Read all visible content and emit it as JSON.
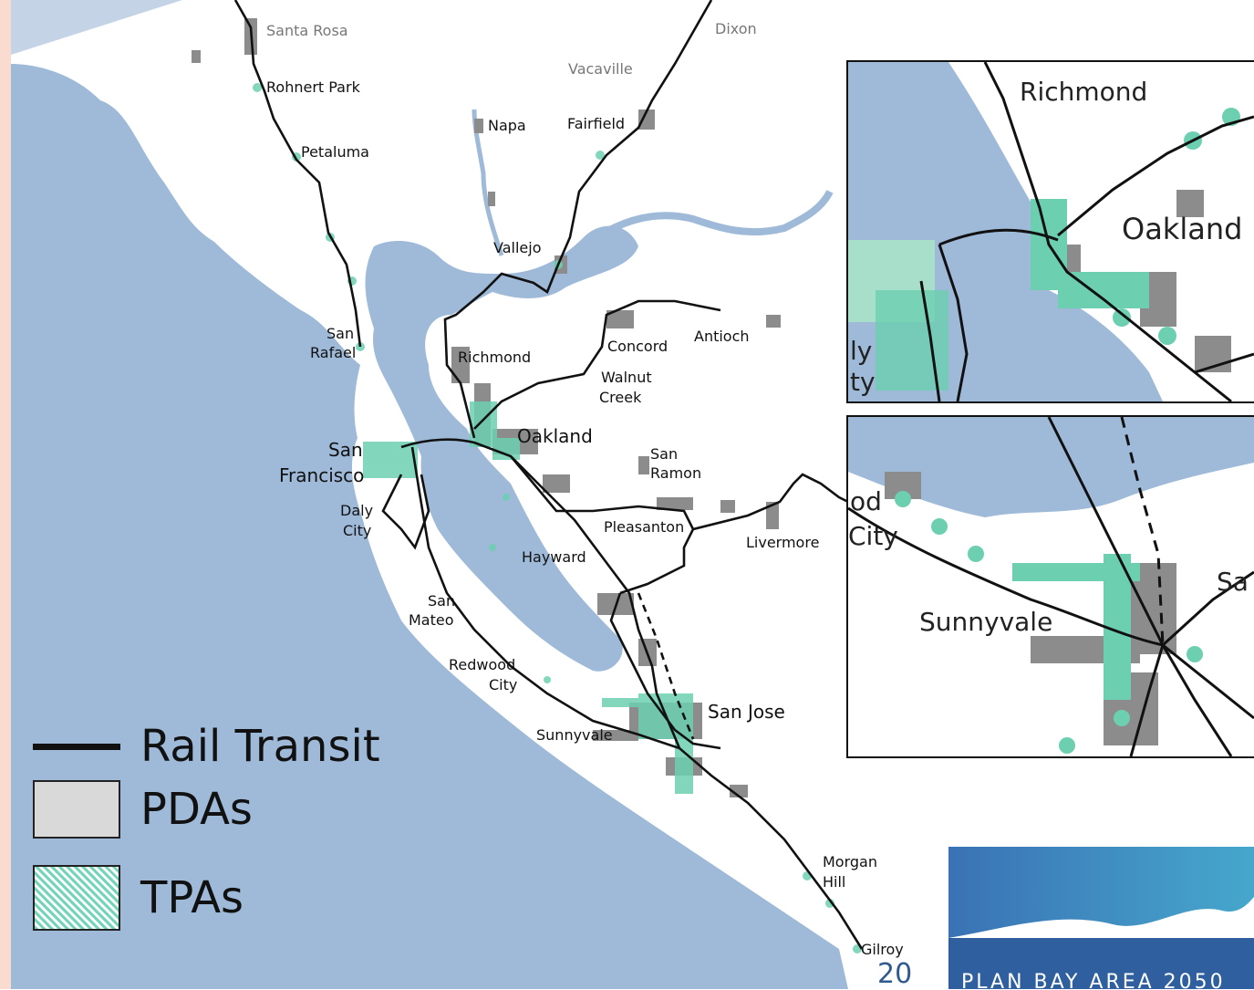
{
  "map": {
    "labels": {
      "santa_rosa": "Santa Rosa",
      "dixon": "Dixon",
      "vacaville": "Vacaville",
      "rohnert_park": "Rohnert Park",
      "napa": "Napa",
      "fairfield": "Fairfield",
      "petaluma": "Petaluma",
      "vallejo": "Vallejo",
      "san_rafael_1": "San",
      "san_rafael_2": "Rafael",
      "antioch": "Antioch",
      "concord": "Concord",
      "richmond": "Richmond",
      "walnut_creek_1": "Walnut",
      "walnut_creek_2": "Creek",
      "oakland": "Oakland",
      "sf_1": "San",
      "sf_2": "Francisco",
      "san_ramon_1": "San",
      "san_ramon_2": "Ramon",
      "daly_1": "Daly",
      "daly_2": "City",
      "pleasanton": "Pleasanton",
      "livermore": "Livermore",
      "hayward": "Hayward",
      "san_mateo_1": "San",
      "san_mateo_2": "Mateo",
      "redwood_1": "Redwood",
      "redwood_2": "City",
      "san_jose": "San Jose",
      "sunnyvale": "Sunnyvale",
      "morgan_hill_1": "Morgan",
      "morgan_hill_2": "Hill",
      "gilroy": "Gilroy"
    }
  },
  "inset_north": {
    "richmond": "Richmond",
    "oakland": "Oakland",
    "daly_1": "ly",
    "daly_2": "ty"
  },
  "inset_south": {
    "city_1": "od",
    "city_2": "City",
    "sunnyvale": "Sunnyvale",
    "san": "Sa"
  },
  "legend": {
    "rail": "Rail Transit",
    "pdas": "PDAs",
    "tpas": "TPAs"
  },
  "banner": {
    "text": "PLAN BAY AREA 2050"
  },
  "page_number": "20",
  "colors": {
    "water": "#9ebad8",
    "rail": "#111111",
    "pda": "#8c8c8c",
    "tpa": "#6cd0b0"
  }
}
